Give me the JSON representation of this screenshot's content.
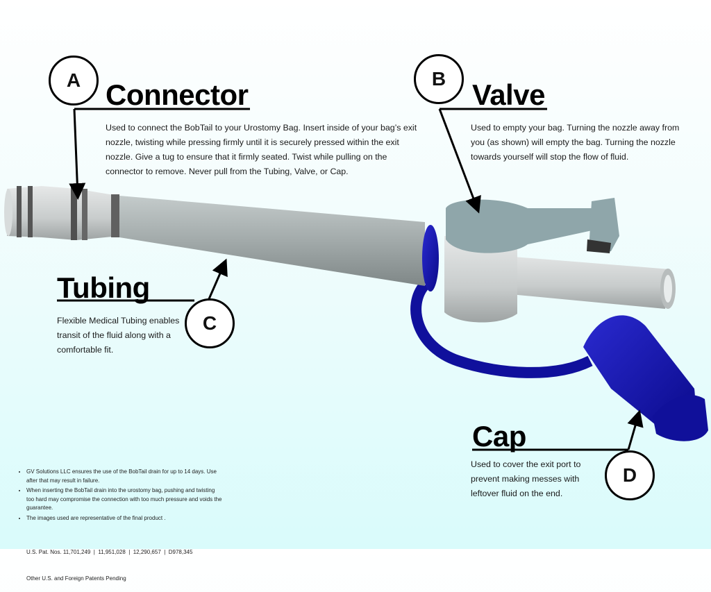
{
  "connector": {
    "letter": "A",
    "title": "Connector",
    "description": "Used to connect the BobTail to your Urostomy Bag. Insert inside of your bag’s exit nozzle, twisting while pressing firmly until it is securely pressed within the exit nozzle. Give a tug to ensure that it firmly seated. Twist while pulling on the connector to remove. Never pull from the Tubing, Valve, or Cap."
  },
  "valve": {
    "letter": "B",
    "title": "Valve",
    "description": "Used to empty your bag. Turning the nozzle away from you (as shown) will empty the bag. Turning the nozzle towards yourself will stop the flow of fluid."
  },
  "tubing": {
    "letter": "C",
    "title": "Tubing",
    "description": "Flexible Medical Tubing enables transit of the fluid along with a comfortable fit."
  },
  "cap": {
    "letter": "D",
    "title": "Cap",
    "description": "Used to cover the exit port to prevent making messes with leftover fluid on the end."
  },
  "notes": [
    "GV Solutions LLC ensures the use of the BobTail drain for up to 14 days. Use after that may result in failure.",
    "When inserting the BobTail drain into the urostomy bag, pushing and twisting too hard may compromise the connection with too much pressure and voids the guarantee.",
    "The images used are representative of the final product ."
  ],
  "patents": {
    "line1": "U.S. Pat. Nos. 11,701,249  |  11,951,028  |  12,290,657  |  D978,345",
    "line2": "Other U.S. and Foreign Patents Pending"
  },
  "colors": {
    "cap_blue": "#1414b4",
    "valve_gray": "#8fa6aa",
    "tube_gray": "#a3abab"
  }
}
